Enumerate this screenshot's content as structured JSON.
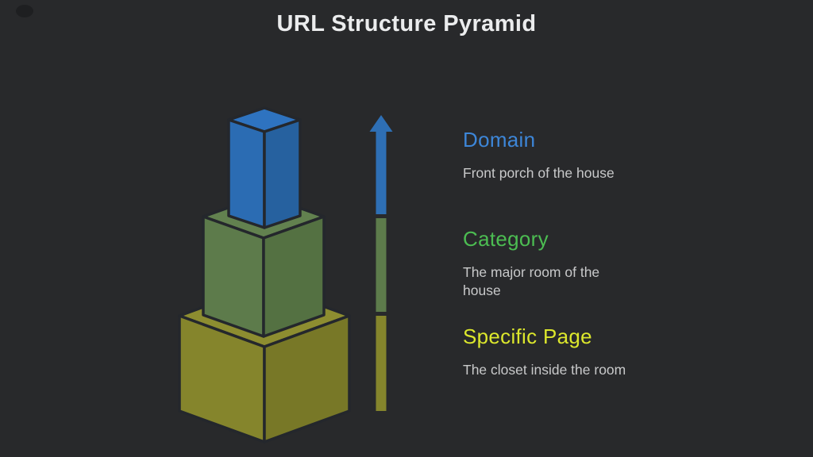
{
  "title": "URL Structure Pyramid",
  "legend": {
    "items": [
      {
        "label": "Domain",
        "description": "Front porch of the house"
      },
      {
        "label": "Category",
        "description": "The major room of the house"
      },
      {
        "label": "Specific Page",
        "description": "The closet inside the room"
      }
    ]
  },
  "colors": {
    "background": "#28292b",
    "title_text": "#ebeced",
    "description_text": "#c8c9ca",
    "outline": "#24272c",
    "domain_label": "#3d86d8",
    "category_label": "#4cbd52",
    "specific_page_label": "#dce72c",
    "blue_top": "#2e73c0",
    "blue_left": "#2b6cb3",
    "blue_right": "#26619f",
    "green_top": "#62814f",
    "green_left": "#5d7b4b",
    "green_right": "#547142",
    "olive_top": "#8d8d30",
    "olive_left": "#85852c",
    "olive_right": "#787827",
    "arrow_blue": "#2e6fb5",
    "arrow_green": "#5d7b4b",
    "arrow_olive": "#85852c"
  }
}
